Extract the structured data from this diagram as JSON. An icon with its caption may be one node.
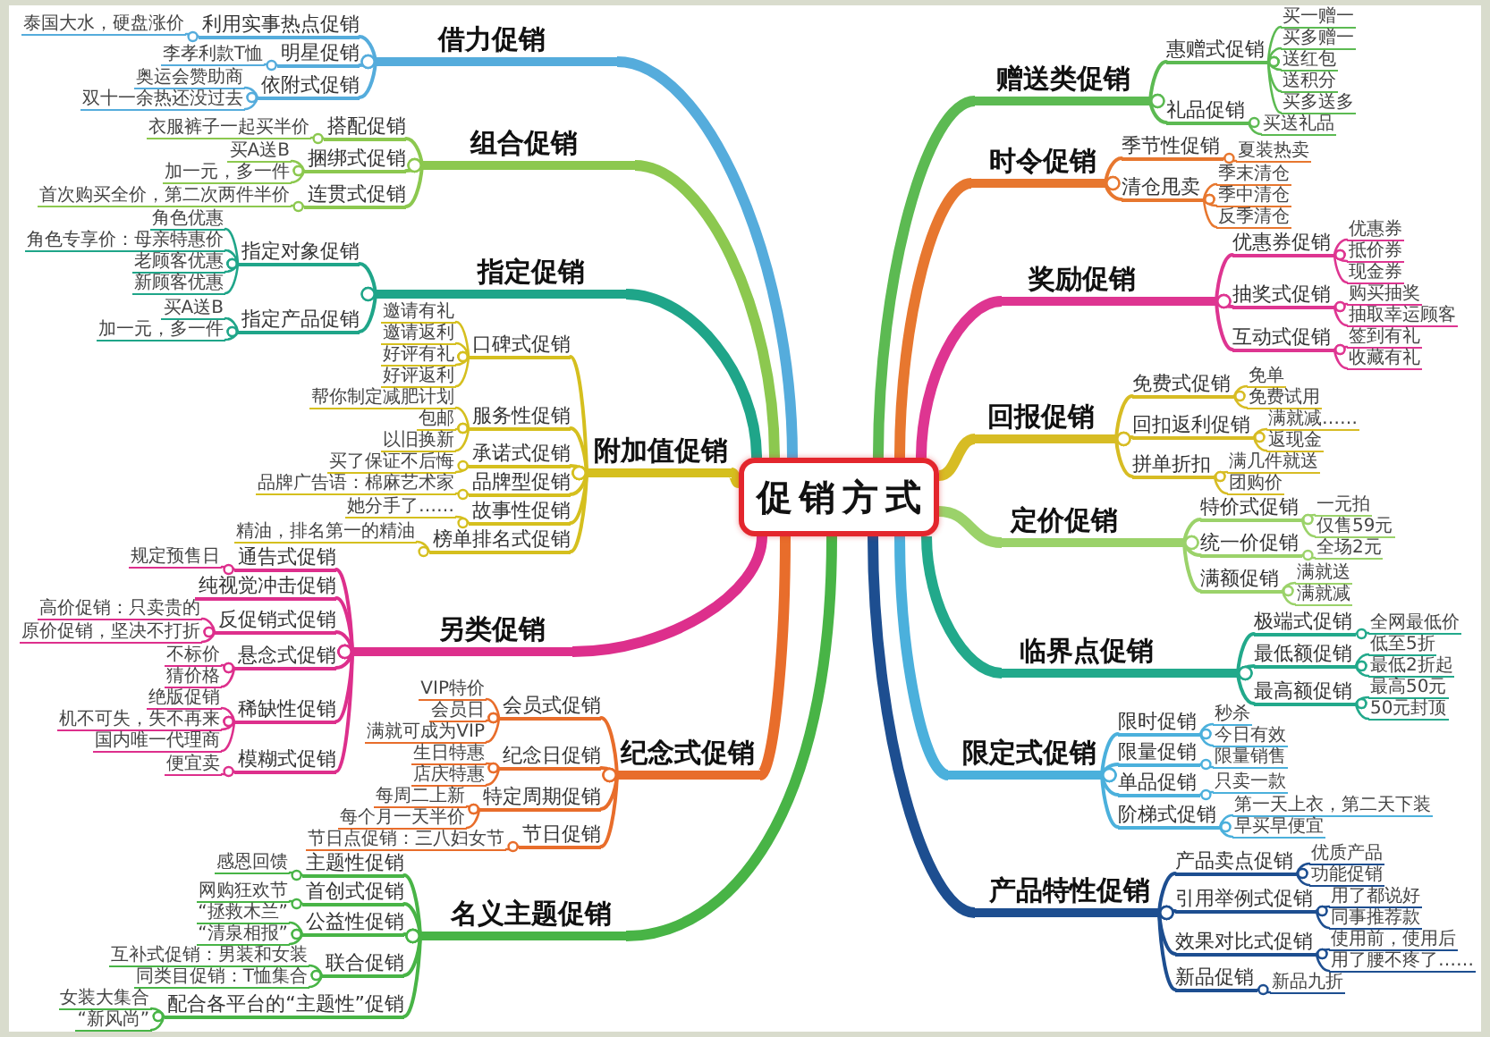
{
  "diagram": {
    "nodes": [
      {
        "text": [
          "促销方式"
        ]
      },
      {
        "text": [
          "借力促销"
        ]
      },
      {
        "text": [
          "利用实事热点促销"
        ]
      },
      {
        "text": [
          "泰国大水，硬盘涨价"
        ]
      },
      {
        "text": [
          "明星促销"
        ]
      },
      {
        "text": [
          "李孝利款T恤"
        ]
      },
      {
        "text": [
          "依附式促销"
        ]
      },
      {
        "text": [
          "奥运会赞助商"
        ]
      },
      {
        "text": [
          "双十一余热还没过去"
        ]
      },
      {
        "text": [
          "组合促销"
        ]
      },
      {
        "text": [
          "搭配促销"
        ]
      },
      {
        "text": [
          "衣服裤子一起买半价"
        ]
      },
      {
        "text": [
          "捆绑式促销"
        ]
      },
      {
        "text": [
          "买A送B"
        ]
      },
      {
        "text": [
          "加一元，多一件"
        ]
      },
      {
        "text": [
          "连贯式促销"
        ]
      },
      {
        "text": [
          "首次购买全价，第二次两件半价"
        ]
      },
      {
        "text": [
          "指定促销"
        ]
      },
      {
        "text": [
          "指定对象促销"
        ]
      },
      {
        "text": [
          "角色优惠"
        ]
      },
      {
        "text": [
          "角色专享价：母亲特惠价"
        ]
      },
      {
        "text": [
          "老顾客优惠"
        ]
      },
      {
        "text": [
          "新顾客优惠"
        ]
      },
      {
        "text": [
          "指定产品促销"
        ]
      },
      {
        "text": [
          "买A送B"
        ]
      },
      {
        "text": [
          "加一元，多一件"
        ]
      },
      {
        "text": [
          "附加值促销"
        ]
      },
      {
        "text": [
          "口碑式促销"
        ]
      },
      {
        "text": [
          "邀请有礼"
        ]
      },
      {
        "text": [
          "邀请返利"
        ]
      },
      {
        "text": [
          "好评有礼"
        ]
      },
      {
        "text": [
          "好评返利"
        ]
      },
      {
        "text": [
          "服务性促销"
        ]
      },
      {
        "text": [
          "帮你制定减肥计划"
        ]
      },
      {
        "text": [
          "包邮"
        ]
      },
      {
        "text": [
          "以旧换新"
        ]
      },
      {
        "text": [
          "承诺式促销"
        ]
      },
      {
        "text": [
          "买了保证不后悔"
        ]
      },
      {
        "text": [
          "品牌型促销"
        ]
      },
      {
        "text": [
          "品牌广告语：棉麻艺术家"
        ]
      },
      {
        "text": [
          "故事性促销"
        ]
      },
      {
        "text": [
          "她分手了……"
        ]
      },
      {
        "text": [
          "榜单排名式促销"
        ]
      },
      {
        "text": [
          "精油，排名第一的精油"
        ]
      },
      {
        "text": [
          "另类促销"
        ]
      },
      {
        "text": [
          "通告式促销"
        ]
      },
      {
        "text": [
          "规定预售日"
        ]
      },
      {
        "text": [
          "纯视觉冲击促销"
        ]
      },
      {
        "text": [
          "反促销式促销"
        ]
      },
      {
        "text": [
          "高价促销：只卖贵的"
        ]
      },
      {
        "text": [
          "原价促销，坚决不打折"
        ]
      },
      {
        "text": [
          "悬念式促销"
        ]
      },
      {
        "text": [
          "不标价"
        ]
      },
      {
        "text": [
          "猜价格"
        ]
      },
      {
        "text": [
          "稀缺性促销"
        ]
      },
      {
        "text": [
          "绝版促销"
        ]
      },
      {
        "text": [
          "机不可失，失不再来"
        ]
      },
      {
        "text": [
          "国内唯一代理商"
        ]
      },
      {
        "text": [
          "模糊式促销"
        ]
      },
      {
        "text": [
          "便宜卖"
        ]
      },
      {
        "text": [
          "纪念式促销"
        ]
      },
      {
        "text": [
          "会员式促销"
        ]
      },
      {
        "text": [
          "VIP特价"
        ]
      },
      {
        "text": [
          "会员日"
        ]
      },
      {
        "text": [
          "满就可成为VIP"
        ]
      },
      {
        "text": [
          "纪念日促销"
        ]
      },
      {
        "text": [
          "生日特惠"
        ]
      },
      {
        "text": [
          "店庆特惠"
        ]
      },
      {
        "text": [
          "特定周期促销"
        ]
      },
      {
        "text": [
          "每周二上新"
        ]
      },
      {
        "text": [
          "每个月一天半价"
        ]
      },
      {
        "text": [
          "节日促销"
        ]
      },
      {
        "text": [
          "节日点促销：三八妇女节"
        ]
      },
      {
        "text": [
          "名义主题促销"
        ]
      },
      {
        "text": [
          "主题性促销"
        ]
      },
      {
        "text": [
          "感恩回馈"
        ]
      },
      {
        "text": [
          "首创式促销"
        ]
      },
      {
        "text": [
          "网购狂欢节"
        ]
      },
      {
        "text": [
          "公益性促销"
        ]
      },
      {
        "text": [
          "“拯救木兰”"
        ]
      },
      {
        "text": [
          "“清泉相报”"
        ]
      },
      {
        "text": [
          "联合促销"
        ]
      },
      {
        "text": [
          "互补式促销：男装和女装"
        ]
      },
      {
        "text": [
          "同类目促销：T恤集合"
        ]
      },
      {
        "text": [
          "配合各平台的“主题性”促销"
        ]
      },
      {
        "text": [
          "女装大集合"
        ]
      },
      {
        "text": [
          "“新风尚”"
        ]
      },
      {
        "text": [
          "赠送类促销"
        ]
      },
      {
        "text": [
          "惠赠式促销"
        ]
      },
      {
        "text": [
          "买一赠一"
        ]
      },
      {
        "text": [
          "买多赠一"
        ]
      },
      {
        "text": [
          "送红包"
        ]
      },
      {
        "text": [
          "送积分"
        ]
      },
      {
        "text": [
          "买多送多"
        ]
      },
      {
        "text": [
          "礼品促销"
        ]
      },
      {
        "text": [
          "买送礼品"
        ]
      },
      {
        "text": [
          "时令促销"
        ]
      },
      {
        "text": [
          "季节性促销"
        ]
      },
      {
        "text": [
          "夏装热卖"
        ]
      },
      {
        "text": [
          "清仓甩卖"
        ]
      },
      {
        "text": [
          "季末清仓"
        ]
      },
      {
        "text": [
          "季中清仓"
        ]
      },
      {
        "text": [
          "反季清仓"
        ]
      },
      {
        "text": [
          "奖励促销"
        ]
      },
      {
        "text": [
          "优惠券促销"
        ]
      },
      {
        "text": [
          "优惠券"
        ]
      },
      {
        "text": [
          "抵价券"
        ]
      },
      {
        "text": [
          "现金券"
        ]
      },
      {
        "text": [
          "抽奖式促销"
        ]
      },
      {
        "text": [
          "购买抽奖"
        ]
      },
      {
        "text": [
          "抽取幸运顾客"
        ]
      },
      {
        "text": [
          "互动式促销"
        ]
      },
      {
        "text": [
          "签到有礼"
        ]
      },
      {
        "text": [
          "收藏有礼"
        ]
      },
      {
        "text": [
          "回报促销"
        ]
      },
      {
        "text": [
          "免费式促销"
        ]
      },
      {
        "text": [
          "免单"
        ]
      },
      {
        "text": [
          "免费试用"
        ]
      },
      {
        "text": [
          "回扣返利促销"
        ]
      },
      {
        "text": [
          "满就减……"
        ]
      },
      {
        "text": [
          "返现金"
        ]
      },
      {
        "text": [
          "拼单折扣"
        ]
      },
      {
        "text": [
          "满几件就送"
        ]
      },
      {
        "text": [
          "团购价"
        ]
      },
      {
        "text": [
          "定价促销"
        ]
      },
      {
        "text": [
          "特价式促销"
        ]
      },
      {
        "text": [
          "一元拍"
        ]
      },
      {
        "text": [
          "仅售59元"
        ]
      },
      {
        "text": [
          "统一价促销"
        ]
      },
      {
        "text": [
          "全场2元"
        ]
      },
      {
        "text": [
          "满额促销"
        ]
      },
      {
        "text": [
          "满就送"
        ]
      },
      {
        "text": [
          "满就减"
        ]
      },
      {
        "text": [
          "临界点促销"
        ]
      },
      {
        "text": [
          "极端式促销"
        ]
      },
      {
        "text": [
          "全网最低价"
        ]
      },
      {
        "text": [
          "最低额促销"
        ]
      },
      {
        "text": [
          "低至5折"
        ]
      },
      {
        "text": [
          "最低2折起"
        ]
      },
      {
        "text": [
          "最高额促销"
        ]
      },
      {
        "text": [
          "最高50元"
        ]
      },
      {
        "text": [
          "50元封顶"
        ]
      },
      {
        "text": [
          "限定式促销"
        ]
      },
      {
        "text": [
          "限时促销"
        ]
      },
      {
        "text": [
          "秒杀"
        ]
      },
      {
        "text": [
          "今日有效"
        ]
      },
      {
        "text": [
          "限量促销"
        ]
      },
      {
        "text": [
          "限量销售"
        ]
      },
      {
        "text": [
          "单品促销"
        ]
      },
      {
        "text": [
          "只卖一款"
        ]
      },
      {
        "text": [
          "阶梯式促销"
        ]
      },
      {
        "text": [
          "第一天上衣，第二天下装"
        ]
      },
      {
        "text": [
          "早买早便宜"
        ]
      },
      {
        "text": [
          "产品特性促销"
        ]
      },
      {
        "text": [
          "产品卖点促销"
        ]
      },
      {
        "text": [
          "优质产品"
        ]
      },
      {
        "text": [
          "功能促销"
        ]
      },
      {
        "text": [
          "引用举例式促销"
        ]
      },
      {
        "text": [
          "用了都说好"
        ]
      },
      {
        "text": [
          "同事推荐款"
        ]
      },
      {
        "text": [
          "效果对比式促销"
        ]
      },
      {
        "text": [
          "使用前，使用后"
        ]
      },
      {
        "text": [
          "用了腰不疼了……"
        ]
      },
      {
        "text": [
          "新品促销"
        ]
      },
      {
        "text": [
          "新品九折"
        ]
      }
    ],
    "edges": [
      {
        "from": 0,
        "to": 1,
        "arrow": "none",
        "style": "thick",
        "color": "#55acdc"
      },
      {
        "from": 1,
        "to": 2,
        "arrow": "other",
        "color": "#55acdc"
      },
      {
        "from": 2,
        "to": 3,
        "arrow": "other",
        "color": "#55acdc"
      },
      {
        "from": 1,
        "to": 4,
        "arrow": "other",
        "color": "#55acdc"
      },
      {
        "from": 4,
        "to": 5,
        "arrow": "other",
        "color": "#55acdc"
      },
      {
        "from": 1,
        "to": 6,
        "arrow": "other",
        "color": "#55acdc"
      },
      {
        "from": 6,
        "to": 7,
        "arrow": "other",
        "color": "#55acdc"
      },
      {
        "from": 6,
        "to": 8,
        "arrow": "other",
        "color": "#55acdc"
      },
      {
        "from": 0,
        "to": 9,
        "arrow": "none",
        "style": "thick",
        "color": "#8cc84f"
      },
      {
        "from": 9,
        "to": 10,
        "arrow": "other",
        "color": "#8cc84f"
      },
      {
        "from": 10,
        "to": 11,
        "arrow": "other",
        "color": "#8cc84f"
      },
      {
        "from": 9,
        "to": 12,
        "arrow": "other",
        "color": "#8cc84f"
      },
      {
        "from": 12,
        "to": 13,
        "arrow": "other",
        "color": "#8cc84f"
      },
      {
        "from": 12,
        "to": 14,
        "arrow": "other",
        "color": "#8cc84f"
      },
      {
        "from": 9,
        "to": 15,
        "arrow": "other",
        "color": "#8cc84f"
      },
      {
        "from": 15,
        "to": 16,
        "arrow": "other",
        "color": "#8cc84f"
      },
      {
        "from": 0,
        "to": 17,
        "arrow": "none",
        "style": "thick",
        "color": "#1fa589"
      },
      {
        "from": 17,
        "to": 18,
        "arrow": "other",
        "color": "#1fa589"
      },
      {
        "from": 18,
        "to": 19,
        "arrow": "other",
        "color": "#1fa589"
      },
      {
        "from": 18,
        "to": 20,
        "arrow": "other",
        "color": "#1fa589"
      },
      {
        "from": 18,
        "to": 21,
        "arrow": "other",
        "color": "#1fa589"
      },
      {
        "from": 18,
        "to": 22,
        "arrow": "other",
        "color": "#1fa589"
      },
      {
        "from": 17,
        "to": 23,
        "arrow": "other",
        "color": "#1fa589"
      },
      {
        "from": 23,
        "to": 24,
        "arrow": "other",
        "color": "#1fa589"
      },
      {
        "from": 23,
        "to": 25,
        "arrow": "other",
        "color": "#1fa589"
      },
      {
        "from": 0,
        "to": 26,
        "arrow": "none",
        "style": "thick",
        "color": "#d5bf1e"
      },
      {
        "from": 26,
        "to": 27,
        "arrow": "other",
        "color": "#d5bf1e"
      },
      {
        "from": 27,
        "to": 28,
        "arrow": "other",
        "color": "#d5bf1e"
      },
      {
        "from": 27,
        "to": 29,
        "arrow": "other",
        "color": "#d5bf1e"
      },
      {
        "from": 27,
        "to": 30,
        "arrow": "other",
        "color": "#d5bf1e"
      },
      {
        "from": 27,
        "to": 31,
        "arrow": "other",
        "color": "#d5bf1e"
      },
      {
        "from": 26,
        "to": 32,
        "arrow": "other",
        "color": "#d5bf1e"
      },
      {
        "from": 32,
        "to": 33,
        "arrow": "other",
        "color": "#d5bf1e"
      },
      {
        "from": 32,
        "to": 34,
        "arrow": "other",
        "color": "#d5bf1e"
      },
      {
        "from": 32,
        "to": 35,
        "arrow": "other",
        "color": "#d5bf1e"
      },
      {
        "from": 26,
        "to": 36,
        "arrow": "other",
        "color": "#d5bf1e"
      },
      {
        "from": 36,
        "to": 37,
        "arrow": "other",
        "color": "#d5bf1e"
      },
      {
        "from": 26,
        "to": 38,
        "arrow": "other",
        "color": "#d5bf1e"
      },
      {
        "from": 38,
        "to": 39,
        "arrow": "other",
        "color": "#d5bf1e"
      },
      {
        "from": 26,
        "to": 40,
        "arrow": "other",
        "color": "#d5bf1e"
      },
      {
        "from": 40,
        "to": 41,
        "arrow": "other",
        "color": "#d5bf1e"
      },
      {
        "from": 26,
        "to": 42,
        "arrow": "other",
        "color": "#d5bf1e"
      },
      {
        "from": 42,
        "to": 43,
        "arrow": "other",
        "color": "#d5bf1e"
      },
      {
        "from": 0,
        "to": 44,
        "arrow": "none",
        "style": "thick",
        "color": "#dd2f8c"
      },
      {
        "from": 44,
        "to": 45,
        "arrow": "other",
        "color": "#dd2f8c"
      },
      {
        "from": 45,
        "to": 46,
        "arrow": "other",
        "color": "#dd2f8c"
      },
      {
        "from": 44,
        "to": 47,
        "arrow": "other",
        "color": "#dd2f8c"
      },
      {
        "from": 44,
        "to": 48,
        "arrow": "other",
        "color": "#dd2f8c"
      },
      {
        "from": 48,
        "to": 49,
        "arrow": "other",
        "color": "#dd2f8c"
      },
      {
        "from": 48,
        "to": 50,
        "arrow": "other",
        "color": "#dd2f8c"
      },
      {
        "from": 44,
        "to": 51,
        "arrow": "other",
        "color": "#dd2f8c"
      },
      {
        "from": 51,
        "to": 52,
        "arrow": "other",
        "color": "#dd2f8c"
      },
      {
        "from": 51,
        "to": 53,
        "arrow": "other",
        "color": "#dd2f8c"
      },
      {
        "from": 44,
        "to": 54,
        "arrow": "other",
        "color": "#dd2f8c"
      },
      {
        "from": 54,
        "to": 55,
        "arrow": "other",
        "color": "#dd2f8c"
      },
      {
        "from": 54,
        "to": 56,
        "arrow": "other",
        "color": "#dd2f8c"
      },
      {
        "from": 54,
        "to": 57,
        "arrow": "other",
        "color": "#dd2f8c"
      },
      {
        "from": 44,
        "to": 58,
        "arrow": "other",
        "color": "#dd2f8c"
      },
      {
        "from": 58,
        "to": 59,
        "arrow": "other",
        "color": "#dd2f8c"
      },
      {
        "from": 0,
        "to": 60,
        "arrow": "none",
        "style": "thick",
        "color": "#e86d2b"
      },
      {
        "from": 60,
        "to": 61,
        "arrow": "other",
        "color": "#e86d2b"
      },
      {
        "from": 61,
        "to": 62,
        "arrow": "other",
        "color": "#e86d2b"
      },
      {
        "from": 61,
        "to": 63,
        "arrow": "other",
        "color": "#e86d2b"
      },
      {
        "from": 61,
        "to": 64,
        "arrow": "other",
        "color": "#e86d2b"
      },
      {
        "from": 60,
        "to": 65,
        "arrow": "other",
        "color": "#e86d2b"
      },
      {
        "from": 65,
        "to": 66,
        "arrow": "other",
        "color": "#e86d2b"
      },
      {
        "from": 65,
        "to": 67,
        "arrow": "other",
        "color": "#e86d2b"
      },
      {
        "from": 60,
        "to": 68,
        "arrow": "other",
        "color": "#e86d2b"
      },
      {
        "from": 68,
        "to": 69,
        "arrow": "other",
        "color": "#e86d2b"
      },
      {
        "from": 68,
        "to": 70,
        "arrow": "other",
        "color": "#e86d2b"
      },
      {
        "from": 60,
        "to": 71,
        "arrow": "other",
        "color": "#e86d2b"
      },
      {
        "from": 71,
        "to": 72,
        "arrow": "other",
        "color": "#e86d2b"
      },
      {
        "from": 0,
        "to": 73,
        "arrow": "none",
        "style": "thick",
        "color": "#48b446"
      },
      {
        "from": 73,
        "to": 74,
        "arrow": "other",
        "color": "#48b446"
      },
      {
        "from": 74,
        "to": 75,
        "arrow": "other",
        "color": "#48b446"
      },
      {
        "from": 73,
        "to": 76,
        "arrow": "other",
        "color": "#48b446"
      },
      {
        "from": 76,
        "to": 77,
        "arrow": "other",
        "color": "#48b446"
      },
      {
        "from": 73,
        "to": 78,
        "arrow": "other",
        "color": "#48b446"
      },
      {
        "from": 78,
        "to": 79,
        "arrow": "other",
        "color": "#48b446"
      },
      {
        "from": 78,
        "to": 80,
        "arrow": "other",
        "color": "#48b446"
      },
      {
        "from": 73,
        "to": 81,
        "arrow": "other",
        "color": "#48b446"
      },
      {
        "from": 81,
        "to": 82,
        "arrow": "other",
        "color": "#48b446"
      },
      {
        "from": 81,
        "to": 83,
        "arrow": "other",
        "color": "#48b446"
      },
      {
        "from": 73,
        "to": 84,
        "arrow": "other",
        "color": "#48b446"
      },
      {
        "from": 84,
        "to": 85,
        "arrow": "other",
        "color": "#48b446"
      },
      {
        "from": 84,
        "to": 86,
        "arrow": "other",
        "color": "#48b446"
      },
      {
        "from": 0,
        "to": 87,
        "arrow": "none",
        "style": "thick",
        "color": "#5cba52"
      },
      {
        "from": 87,
        "to": 88,
        "arrow": "other",
        "color": "#5cba52"
      },
      {
        "from": 88,
        "to": 89,
        "arrow": "other",
        "color": "#5cba52"
      },
      {
        "from": 88,
        "to": 90,
        "arrow": "other",
        "color": "#5cba52"
      },
      {
        "from": 88,
        "to": 91,
        "arrow": "other",
        "color": "#5cba52"
      },
      {
        "from": 88,
        "to": 92,
        "arrow": "other",
        "color": "#5cba52"
      },
      {
        "from": 88,
        "to": 93,
        "arrow": "other",
        "color": "#5cba52"
      },
      {
        "from": 87,
        "to": 94,
        "arrow": "other",
        "color": "#5cba52"
      },
      {
        "from": 94,
        "to": 95,
        "arrow": "other",
        "color": "#5cba52"
      },
      {
        "from": 0,
        "to": 96,
        "arrow": "none",
        "style": "thick",
        "color": "#e7772f"
      },
      {
        "from": 96,
        "to": 97,
        "arrow": "other",
        "color": "#e7772f"
      },
      {
        "from": 97,
        "to": 98,
        "arrow": "other",
        "color": "#e7772f"
      },
      {
        "from": 96,
        "to": 99,
        "arrow": "other",
        "color": "#e7772f"
      },
      {
        "from": 99,
        "to": 100,
        "arrow": "other",
        "color": "#e7772f"
      },
      {
        "from": 99,
        "to": 101,
        "arrow": "other",
        "color": "#e7772f"
      },
      {
        "from": 99,
        "to": 102,
        "arrow": "other",
        "color": "#e7772f"
      },
      {
        "from": 0,
        "to": 103,
        "arrow": "none",
        "style": "thick",
        "color": "#de3591"
      },
      {
        "from": 103,
        "to": 104,
        "arrow": "other",
        "color": "#de3591"
      },
      {
        "from": 104,
        "to": 105,
        "arrow": "other",
        "color": "#de3591"
      },
      {
        "from": 104,
        "to": 106,
        "arrow": "other",
        "color": "#de3591"
      },
      {
        "from": 104,
        "to": 107,
        "arrow": "other",
        "color": "#de3591"
      },
      {
        "from": 103,
        "to": 108,
        "arrow": "other",
        "color": "#de3591"
      },
      {
        "from": 108,
        "to": 109,
        "arrow": "other",
        "color": "#de3591"
      },
      {
        "from": 108,
        "to": 110,
        "arrow": "other",
        "color": "#de3591"
      },
      {
        "from": 103,
        "to": 111,
        "arrow": "other",
        "color": "#de3591"
      },
      {
        "from": 111,
        "to": 112,
        "arrow": "other",
        "color": "#de3591"
      },
      {
        "from": 111,
        "to": 113,
        "arrow": "other",
        "color": "#de3591"
      },
      {
        "from": 0,
        "to": 114,
        "arrow": "none",
        "style": "thick",
        "color": "#d7bc24"
      },
      {
        "from": 114,
        "to": 115,
        "arrow": "other",
        "color": "#d7bc24"
      },
      {
        "from": 115,
        "to": 116,
        "arrow": "other",
        "color": "#d7bc24"
      },
      {
        "from": 115,
        "to": 117,
        "arrow": "other",
        "color": "#d7bc24"
      },
      {
        "from": 114,
        "to": 118,
        "arrow": "other",
        "color": "#d7bc24"
      },
      {
        "from": 118,
        "to": 119,
        "arrow": "other",
        "color": "#d7bc24"
      },
      {
        "from": 118,
        "to": 120,
        "arrow": "other",
        "color": "#d7bc24"
      },
      {
        "from": 114,
        "to": 121,
        "arrow": "other",
        "color": "#d7bc24"
      },
      {
        "from": 121,
        "to": 122,
        "arrow": "other",
        "color": "#d7bc24"
      },
      {
        "from": 121,
        "to": 123,
        "arrow": "other",
        "color": "#d7bc24"
      },
      {
        "from": 0,
        "to": 124,
        "arrow": "none",
        "style": "thick",
        "color": "#9bd26a"
      },
      {
        "from": 124,
        "to": 125,
        "arrow": "other",
        "color": "#9bd26a"
      },
      {
        "from": 125,
        "to": 126,
        "arrow": "other",
        "color": "#9bd26a"
      },
      {
        "from": 125,
        "to": 127,
        "arrow": "other",
        "color": "#9bd26a"
      },
      {
        "from": 124,
        "to": 128,
        "arrow": "other",
        "color": "#9bd26a"
      },
      {
        "from": 128,
        "to": 129,
        "arrow": "other",
        "color": "#9bd26a"
      },
      {
        "from": 124,
        "to": 130,
        "arrow": "other",
        "color": "#9bd26a"
      },
      {
        "from": 130,
        "to": 131,
        "arrow": "other",
        "color": "#9bd26a"
      },
      {
        "from": 130,
        "to": 132,
        "arrow": "other",
        "color": "#9bd26a"
      },
      {
        "from": 0,
        "to": 133,
        "arrow": "none",
        "style": "thick",
        "color": "#22a98b"
      },
      {
        "from": 133,
        "to": 134,
        "arrow": "other",
        "color": "#22a98b"
      },
      {
        "from": 134,
        "to": 135,
        "arrow": "other",
        "color": "#22a98b"
      },
      {
        "from": 133,
        "to": 136,
        "arrow": "other",
        "color": "#22a98b"
      },
      {
        "from": 136,
        "to": 137,
        "arrow": "other",
        "color": "#22a98b"
      },
      {
        "from": 136,
        "to": 138,
        "arrow": "other",
        "color": "#22a98b"
      },
      {
        "from": 133,
        "to": 139,
        "arrow": "other",
        "color": "#22a98b"
      },
      {
        "from": 139,
        "to": 140,
        "arrow": "other",
        "color": "#22a98b"
      },
      {
        "from": 139,
        "to": 141,
        "arrow": "other",
        "color": "#22a98b"
      },
      {
        "from": 0,
        "to": 142,
        "arrow": "none",
        "style": "thick",
        "color": "#4bb0dc"
      },
      {
        "from": 142,
        "to": 143,
        "arrow": "other",
        "color": "#4bb0dc"
      },
      {
        "from": 143,
        "to": 144,
        "arrow": "other",
        "color": "#4bb0dc"
      },
      {
        "from": 143,
        "to": 145,
        "arrow": "other",
        "color": "#4bb0dc"
      },
      {
        "from": 142,
        "to": 146,
        "arrow": "other",
        "color": "#4bb0dc"
      },
      {
        "from": 146,
        "to": 147,
        "arrow": "other",
        "color": "#4bb0dc"
      },
      {
        "from": 142,
        "to": 148,
        "arrow": "other",
        "color": "#4bb0dc"
      },
      {
        "from": 148,
        "to": 149,
        "arrow": "other",
        "color": "#4bb0dc"
      },
      {
        "from": 142,
        "to": 150,
        "arrow": "other",
        "color": "#4bb0dc"
      },
      {
        "from": 150,
        "to": 151,
        "arrow": "other",
        "color": "#4bb0dc"
      },
      {
        "from": 150,
        "to": 152,
        "arrow": "other",
        "color": "#4bb0dc"
      },
      {
        "from": 0,
        "to": 153,
        "arrow": "none",
        "style": "thick",
        "color": "#1d4e90"
      },
      {
        "from": 153,
        "to": 154,
        "arrow": "other",
        "color": "#1d4e90"
      },
      {
        "from": 154,
        "to": 155,
        "arrow": "other",
        "color": "#1d4e90"
      },
      {
        "from": 154,
        "to": 156,
        "arrow": "other",
        "color": "#1d4e90"
      },
      {
        "from": 153,
        "to": 157,
        "arrow": "other",
        "color": "#1d4e90"
      },
      {
        "from": 157,
        "to": 158,
        "arrow": "other",
        "color": "#1d4e90"
      },
      {
        "from": 157,
        "to": 159,
        "arrow": "other",
        "color": "#1d4e90"
      },
      {
        "from": 153,
        "to": 160,
        "arrow": "other",
        "color": "#1d4e90"
      },
      {
        "from": 160,
        "to": 161,
        "arrow": "other",
        "color": "#1d4e90"
      },
      {
        "from": 160,
        "to": 162,
        "arrow": "other",
        "color": "#1d4e90"
      },
      {
        "from": 153,
        "to": 163,
        "arrow": "other",
        "color": "#1d4e90"
      },
      {
        "from": 163,
        "to": 164,
        "arrow": "other",
        "color": "#1d4e90"
      }
    ]
  }
}
